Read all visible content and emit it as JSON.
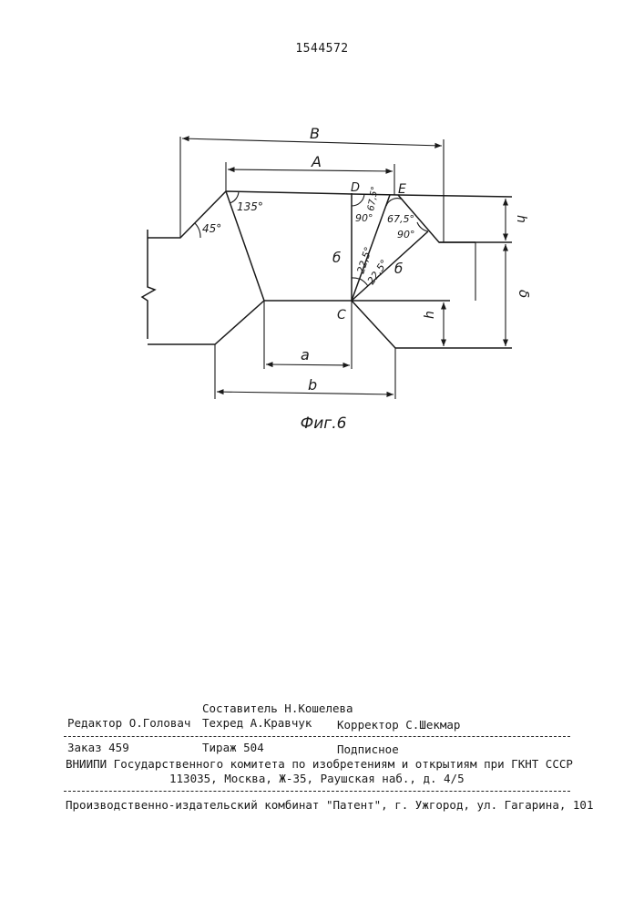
{
  "page_number": "1544572",
  "figure": {
    "labels": {
      "B": "B",
      "A": "A",
      "D": "D",
      "E": "E",
      "C": "C",
      "a": "a",
      "b": "b",
      "h": "h",
      "delta": "δ",
      "side_b": "б",
      "side_b2": "б",
      "angle_45": "45°",
      "angle_135": "135°",
      "angle_90_left": "90°",
      "angle_67_5_top": "67,5°",
      "angle_67_5": "67,5°",
      "angle_90_right": "90°",
      "angle_22_5_a": "22,5°",
      "angle_22_5_b": "22,5°"
    },
    "caption": "Фиг.6"
  },
  "imprint": {
    "line1": "Составитель Н.Кошелева",
    "editor": "Редактор О.Головач",
    "techred": "Техред А.Кравчук",
    "corrector": "Корректор С.Шекмар",
    "order": "Заказ 459",
    "circulation": "Тираж 504",
    "subscription": "Подписное",
    "institution": "ВНИИПИ Государственного комитета по изобретениям и открытиям при ГКНТ СССР",
    "address": "113035, Москва, Ж-35, Раушская наб., д. 4/5",
    "printer": "Производственно-издательский комбинат \"Патент\", г. Ужгород, ул. Гагарина, 101"
  }
}
